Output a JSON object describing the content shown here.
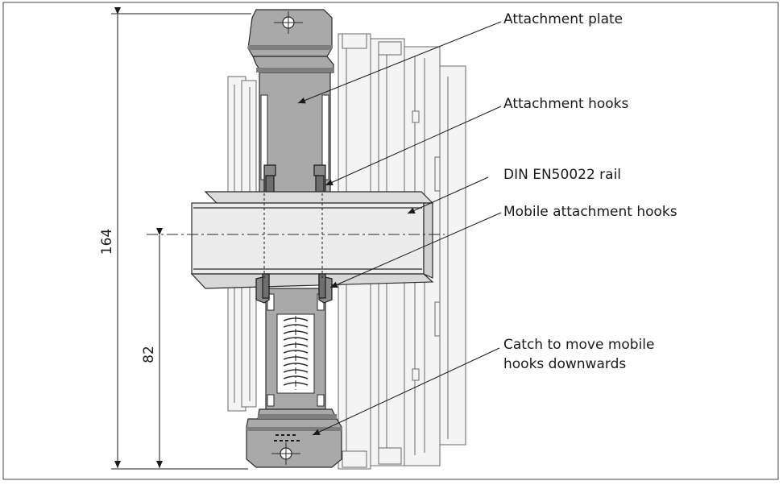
{
  "labels": {
    "attachment_plate": "Attachment plate",
    "attachment_hooks": "Attachment hooks",
    "din_rail": "DIN EN50022 rail",
    "mobile_hooks": "Mobile attachment hooks",
    "catch_line1": "Catch to move mobile",
    "catch_line2": "hooks downwards"
  },
  "dimensions": {
    "total_height": "164",
    "half_height": "82"
  },
  "colors": {
    "plate": "#a9a9a9",
    "plate_dark": "#8a8a8a",
    "rail": "#e9e9e9",
    "module": "#f3f3f3",
    "line": "#2a2a2a"
  }
}
